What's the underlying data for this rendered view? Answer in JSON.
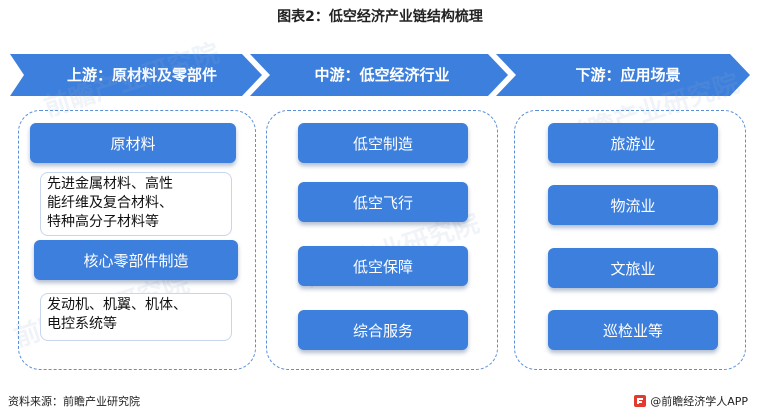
{
  "title": "图表2：低空经济产业链结构梳理",
  "colors": {
    "arrow_fill": "#3d7fdc",
    "box_fill": "#3d7fdc",
    "dashed_border": "#5b8fd6"
  },
  "stages": [
    {
      "label": "上游：原材料及零部件"
    },
    {
      "label": "中游：低空经济行业"
    },
    {
      "label": "下游：应用场景"
    }
  ],
  "upstream": {
    "raw_materials": "原材料",
    "raw_materials_detail": "先进金属材料、高性\n能纤维及复合材料、\n特种高分子材料等",
    "components": "核心零部件制造",
    "components_detail": "发动机、机翼、机体、\n电控系统等"
  },
  "midstream": {
    "items": [
      "低空制造",
      "低空飞行",
      "低空保障",
      "综合服务"
    ]
  },
  "downstream": {
    "items": [
      "旅游业",
      "物流业",
      "文旅业",
      "巡检业等"
    ]
  },
  "watermark": "前瞻产业研究院",
  "footer": {
    "source": "资料来源：前瞻产业研究院",
    "brand": "@前瞻经济学人APP"
  }
}
